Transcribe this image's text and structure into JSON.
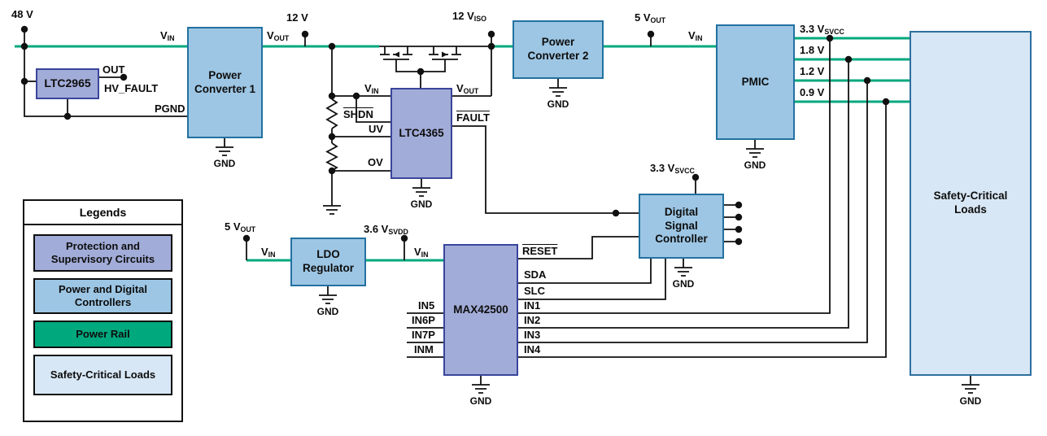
{
  "colors": {
    "power_rail_green": "#00A87E",
    "protection_purple": "#A2ACD8",
    "controller_blue": "#9DC6E4",
    "safety_light_blue": "#D8E7F5",
    "wire_black": "#111111"
  },
  "blocks": {
    "ltc2965": {
      "label": "LTC2965"
    },
    "power_converter_1": {
      "label": "Power Converter 1"
    },
    "power_converter_2": {
      "label": "Power Converter 2"
    },
    "pmic": {
      "label": "PMIC"
    },
    "ltc4365": {
      "label": "LTC4365"
    },
    "digital_signal_controller": {
      "label": "Digital Signal Controller"
    },
    "ldo_regulator": {
      "label": "LDO Regulator"
    },
    "max42500": {
      "label": "MAX42500"
    },
    "safety_critical_loads": {
      "label": "Safety-Critical Loads"
    }
  },
  "nets": {
    "v48": "48 V",
    "v12": "12 V",
    "v12_iso": "12 V~ISO~",
    "v5_out": "5 V~OUT~",
    "v33_svcc": "3.3 V~SVCC~",
    "v18": "1.8 V",
    "v12_rail": "1.2 V",
    "v09": "0.9 V",
    "v36_svdd": "3.6 V~SVDD~",
    "hv_fault": "HV_FAULT",
    "pgnd": "PGND",
    "gnd": "GND"
  },
  "pins": {
    "vin": "V~IN~",
    "vout": "V~OUT~",
    "out": "OUT",
    "shdn": "SHDN",
    "uv": "UV",
    "ov": "OV",
    "fault": "FAULT",
    "reset": "RESET",
    "sda": "SDA",
    "slc": "SLC",
    "in1": "IN1",
    "in2": "IN2",
    "in3": "IN3",
    "in4": "IN4",
    "in5": "IN5",
    "in6p": "IN6P",
    "in7p": "IN7P",
    "inm": "INM"
  },
  "legend": {
    "title": "Legends",
    "items": [
      {
        "label": "Protection and Supervisory Circuits",
        "fill": "#A2ACD8",
        "border": "#39459B"
      },
      {
        "label": "Power and Digital Controllers",
        "fill": "#9DC6E4",
        "border": "#2271A0"
      },
      {
        "label": "Power Rail",
        "fill": "#00A87E",
        "border": "#00745A"
      },
      {
        "label": "Safety-Critical Loads",
        "fill": "#D8E7F5",
        "border": "#2D6F9E"
      }
    ]
  }
}
